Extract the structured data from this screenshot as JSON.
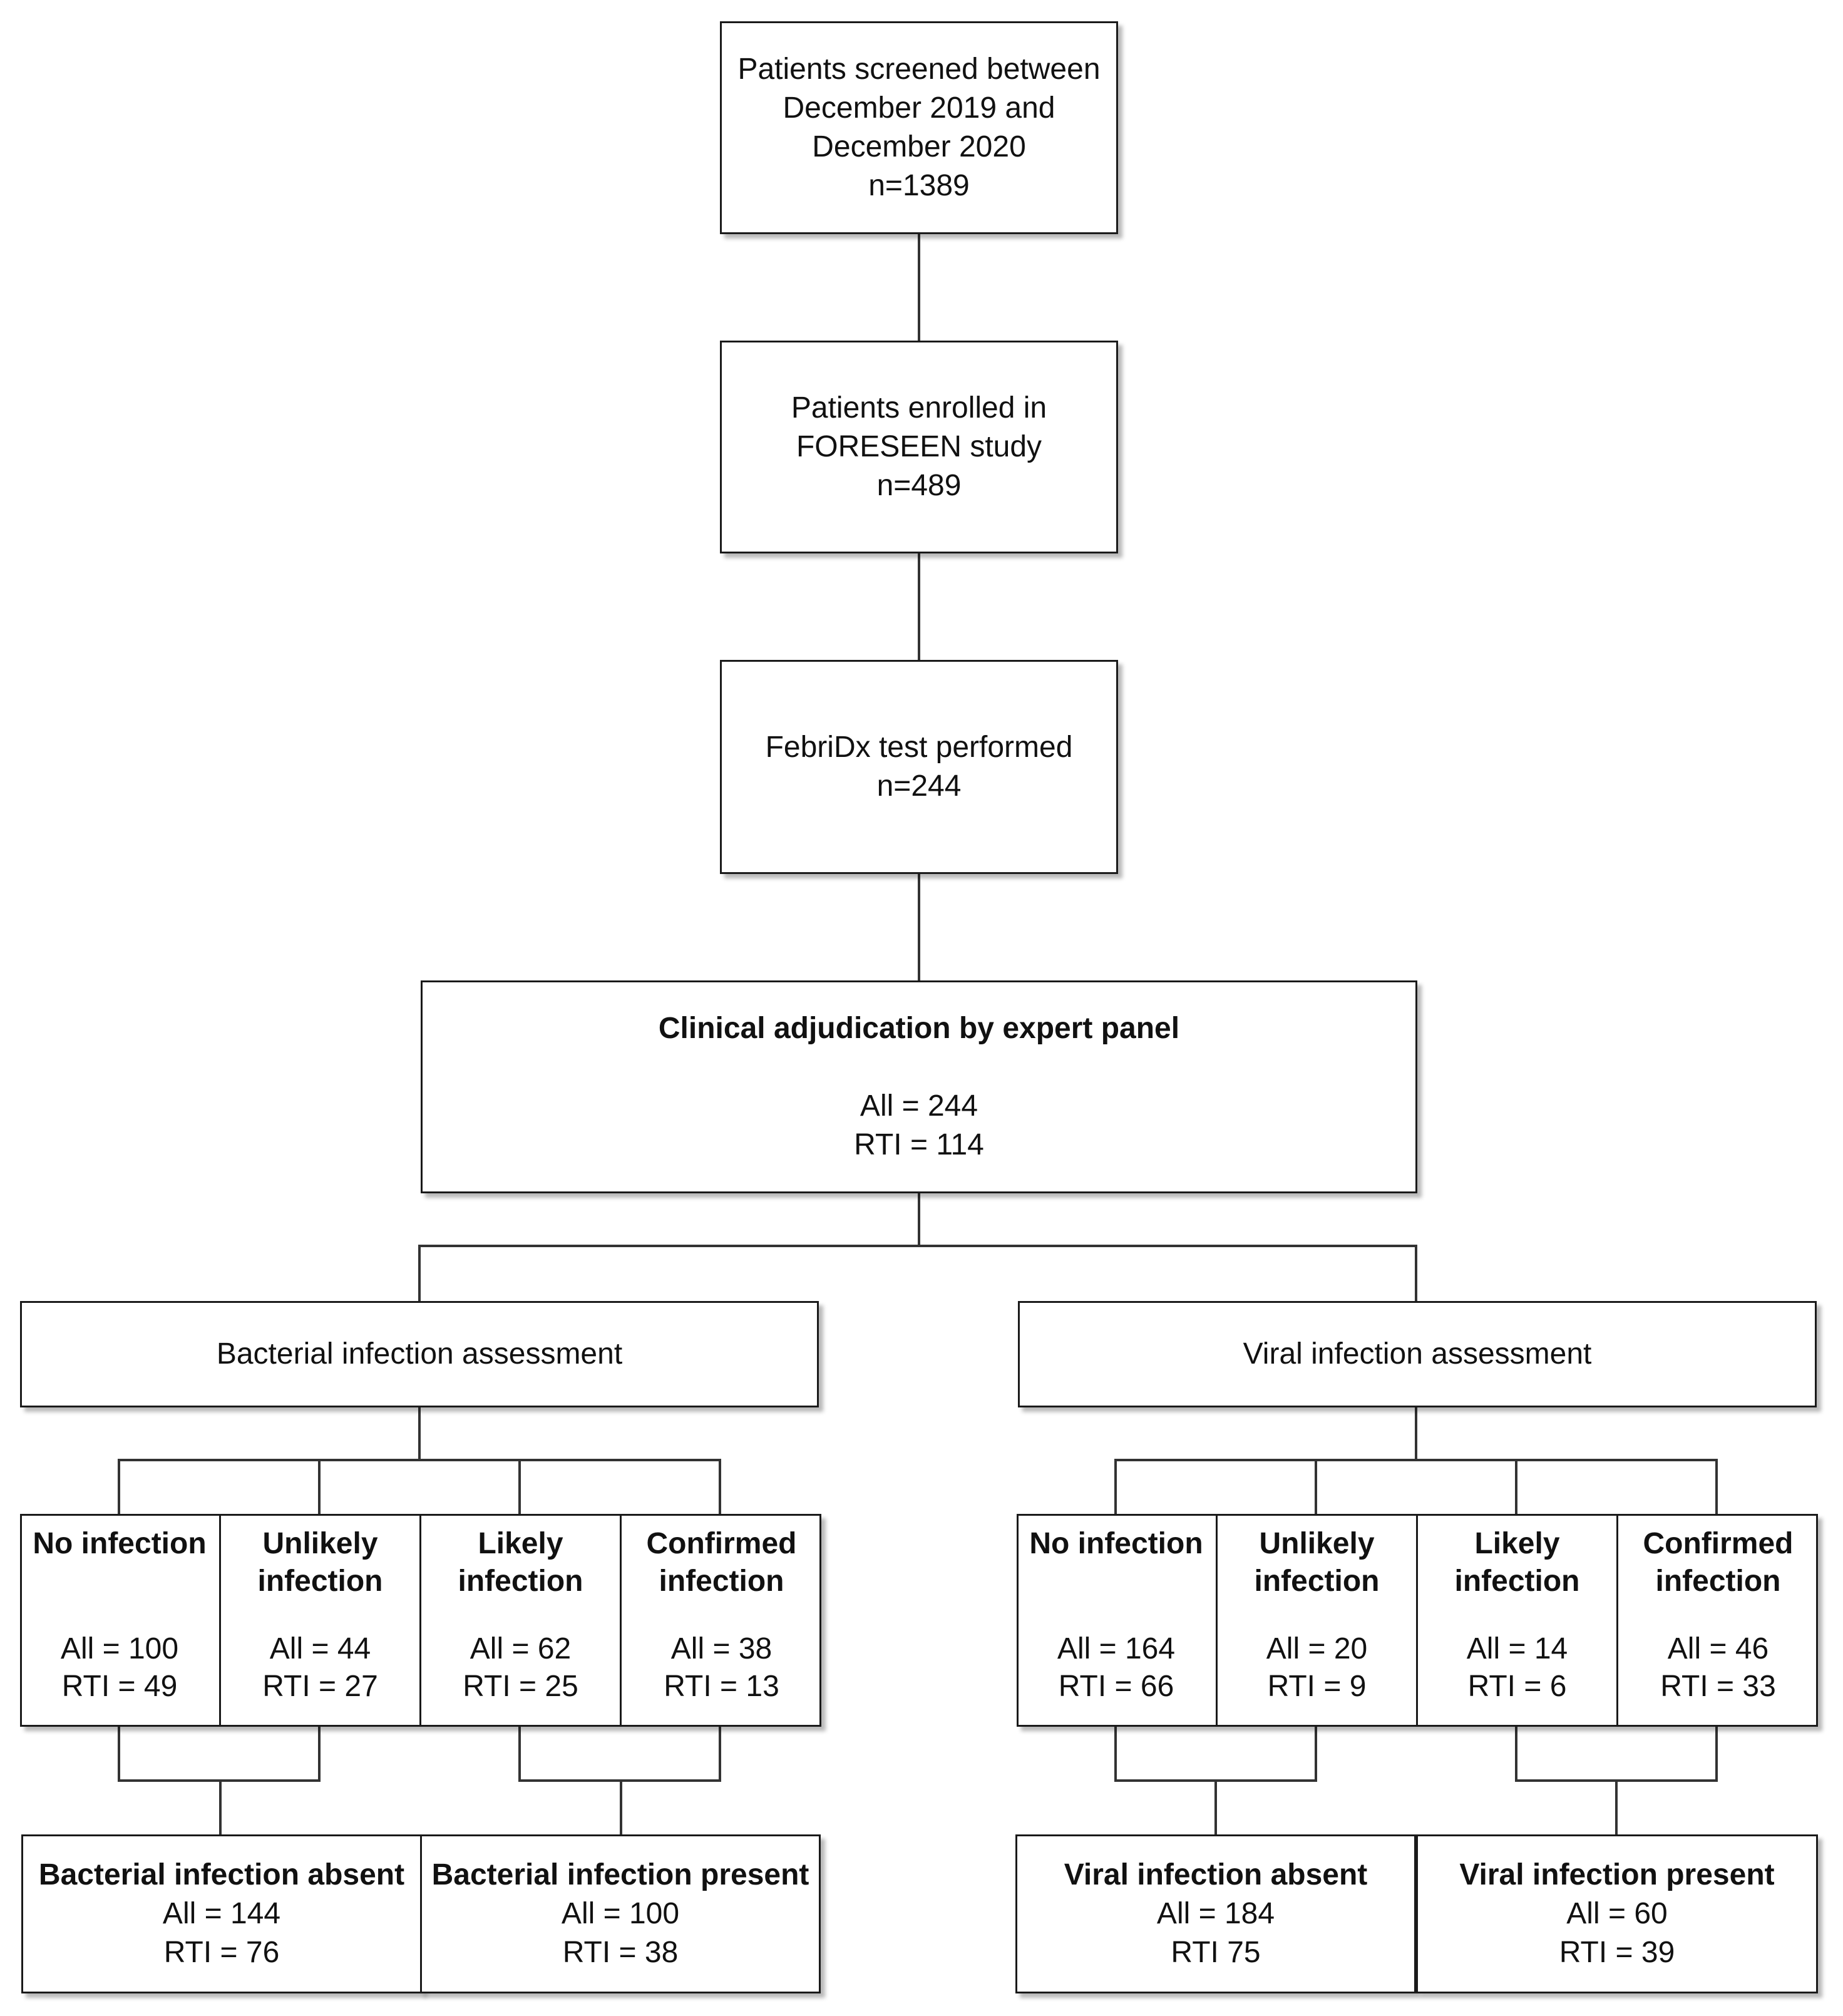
{
  "screened": {
    "line1": "Patients screened between",
    "line2": "December 2019 and",
    "line3": "December 2020",
    "n": "n=1389"
  },
  "enrolled": {
    "line1": "Patients enrolled in",
    "line2": "FORESEEN study",
    "n": "n=489"
  },
  "febridx": {
    "line1": "FebriDx test performed",
    "n": "n=244"
  },
  "adjudication": {
    "title": "Clinical adjudication by expert panel",
    "all": "All = 244",
    "rti": "RTI = 114"
  },
  "bacterial": {
    "title": "Bacterial infection assessment",
    "categories": [
      {
        "h1": "No infection",
        "h2": "",
        "all": "All = 100",
        "rti": "RTI = 49"
      },
      {
        "h1": "Unlikely",
        "h2": "infection",
        "all": "All = 44",
        "rti": "RTI = 27"
      },
      {
        "h1": "Likely",
        "h2": "infection",
        "all": "All = 62",
        "rti": "RTI = 25"
      },
      {
        "h1": "Confirmed",
        "h2": "infection",
        "all": "All = 38",
        "rti": "RTI = 13"
      }
    ],
    "absent": {
      "title": "Bacterial infection absent",
      "all": "All = 144",
      "rti": "RTI = 76"
    },
    "present": {
      "title": "Bacterial infection present",
      "all": "All = 100",
      "rti": "RTI = 38"
    }
  },
  "viral": {
    "title": "Viral infection assessment",
    "categories": [
      {
        "h1": "No infection",
        "h2": "",
        "all": "All = 164",
        "rti": "RTI = 66"
      },
      {
        "h1": "Unlikely",
        "h2": "infection",
        "all": "All = 20",
        "rti": "RTI = 9"
      },
      {
        "h1": "Likely",
        "h2": "infection",
        "all": "All = 14",
        "rti": "RTI = 6"
      },
      {
        "h1": "Confirmed",
        "h2": "infection",
        "all": "All = 46",
        "rti": "RTI = 33"
      }
    ],
    "absent": {
      "title": "Viral infection absent",
      "all": "All = 184",
      "rti": "RTI 75"
    },
    "present": {
      "title": "Viral infection present",
      "all": "All = 60",
      "rti": "RTI = 39"
    }
  }
}
